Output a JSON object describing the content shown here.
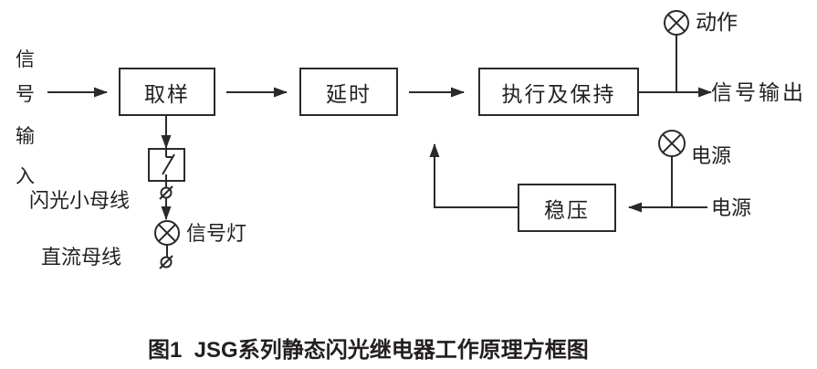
{
  "diagram": {
    "signal_input_chars": [
      "信",
      "号",
      "输",
      "入"
    ],
    "boxes": {
      "sampling": "取样",
      "delay": "延时",
      "execute_hold": "执行及保持",
      "regulator": "稳压"
    },
    "labels": {
      "action_lamp": "动作",
      "signal_output": "信号输出",
      "power_lamp": "电源",
      "power_input": "电源",
      "signal_lamp": "信号灯",
      "flash_bus": "闪光小母线",
      "dc_bus": "直流母线"
    },
    "caption": "图1  JSG系列静态闪光继电器工作原理方框图",
    "colors": {
      "line": "#2a2a2a",
      "text": "#231f20",
      "background": "#ffffff"
    }
  }
}
